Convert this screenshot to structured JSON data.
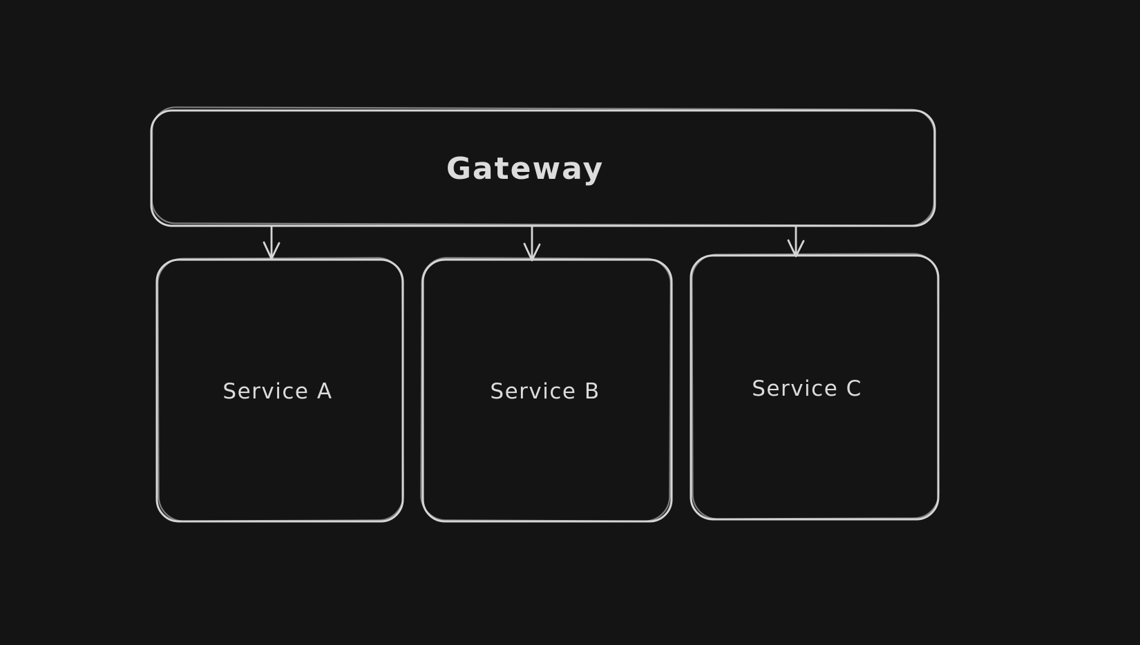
{
  "canvas": {
    "background_color": "#141414",
    "stroke_color": "#d6d6d6",
    "text_color": "#dcdcdc",
    "style": "hand-drawn whiteboard (excalidraw-like), dark theme"
  },
  "diagram": {
    "nodes": [
      {
        "id": "gateway",
        "label": "Gateway",
        "shape": "rounded-rectangle"
      },
      {
        "id": "service-a",
        "label": "Service A",
        "shape": "rounded-rectangle"
      },
      {
        "id": "service-b",
        "label": "Service B",
        "shape": "rounded-rectangle"
      },
      {
        "id": "service-c",
        "label": "Service C",
        "shape": "rounded-rectangle"
      }
    ],
    "edges": [
      {
        "from": "gateway",
        "to": "service-a",
        "type": "arrow-down"
      },
      {
        "from": "gateway",
        "to": "service-b",
        "type": "arrow-down"
      },
      {
        "from": "gateway",
        "to": "service-c",
        "type": "arrow-down"
      }
    ]
  }
}
